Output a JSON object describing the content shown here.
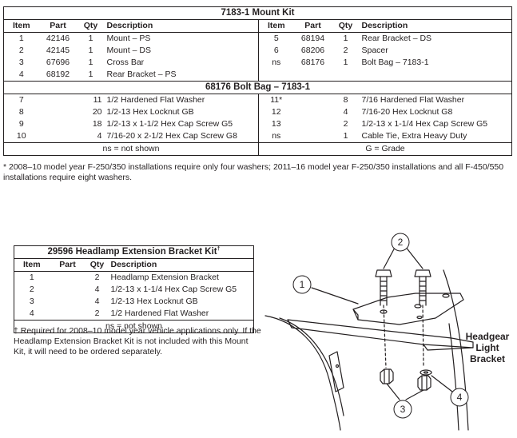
{
  "mount_kit": {
    "title": "7183-1  Mount Kit",
    "headers": [
      "Item",
      "Part",
      "Qty",
      "Description"
    ],
    "left_rows": [
      {
        "item": "1",
        "part": "42146",
        "qty": "1",
        "desc": "Mount – PS"
      },
      {
        "item": "2",
        "part": "42145",
        "qty": "1",
        "desc": "Mount – DS"
      },
      {
        "item": "3",
        "part": "67696",
        "qty": "1",
        "desc": "Cross Bar"
      },
      {
        "item": "4",
        "part": "68192",
        "qty": "1",
        "desc": "Rear Bracket – PS"
      }
    ],
    "right_rows": [
      {
        "item": "5",
        "part": "68194",
        "qty": "1",
        "desc": "Rear Bracket – DS"
      },
      {
        "item": "6",
        "part": "68206",
        "qty": "2",
        "desc": "Spacer"
      },
      {
        "item": "ns",
        "part": "68176",
        "qty": "1",
        "desc": "Bolt Bag – 7183-1"
      },
      {
        "item": "",
        "part": "",
        "qty": "",
        "desc": ""
      }
    ]
  },
  "bolt_bag": {
    "title": "68176  Bolt Bag – 7183-1",
    "left_rows": [
      {
        "item": "7",
        "qty": "11",
        "desc": "1/2 Hardened Flat Washer"
      },
      {
        "item": "8",
        "qty": "20",
        "desc": "1/2-13 Hex Locknut GB"
      },
      {
        "item": "9",
        "qty": "18",
        "desc": "1/2-13 x 1-1/2 Hex Cap Screw G5"
      },
      {
        "item": "10",
        "qty": "4",
        "desc": "7/16-20 x 2-1/2 Hex Cap Screw G8"
      }
    ],
    "right_rows": [
      {
        "item": "11*",
        "qty": "8",
        "desc": "7/16 Hardened Flat Washer"
      },
      {
        "item": "12",
        "qty": "4",
        "desc": "7/16-20 Hex Locknut G8"
      },
      {
        "item": "13",
        "qty": "2",
        "desc": "1/2-13 x 1-1/4 Hex Cap Screw G5"
      },
      {
        "item": "ns",
        "qty": "1",
        "desc": "Cable Tie, Extra Heavy Duty"
      }
    ],
    "footer_left": "ns = not shown",
    "footer_right": "G = Grade"
  },
  "footnote": "* 2008–10 model year F-250/350 installations require only four washers; 2011–16 model year F-250/350 installations and all F-450/550 installations require eight washers.",
  "headlamp_kit": {
    "title": "29596  Headlamp Extension Bracket Kit",
    "title_mark": "†",
    "headers": [
      "Item",
      "Part",
      "Qty",
      "Description"
    ],
    "rows": [
      {
        "item": "1",
        "part": "",
        "qty": "2",
        "desc": "Headlamp Extension Bracket"
      },
      {
        "item": "2",
        "part": "",
        "qty": "4",
        "desc": "1/2-13 x 1-1/4 Hex Cap Screw G5"
      },
      {
        "item": "3",
        "part": "",
        "qty": "4",
        "desc": "1/2-13 Hex Locknut GB"
      },
      {
        "item": "4",
        "part": "",
        "qty": "2",
        "desc": "1/2 Hardened Flat Washer"
      }
    ],
    "footer": "ns = not shown",
    "footnote": "† Required for 2008–10 model year vehicle applications only. If the Headlamp Extension Bracket Kit is not included with this Mount Kit, it will need to be ordered separately."
  },
  "diagram": {
    "callouts": [
      "1",
      "2",
      "3",
      "4"
    ],
    "label": [
      "Headgear",
      "Light",
      "Bracket"
    ]
  }
}
